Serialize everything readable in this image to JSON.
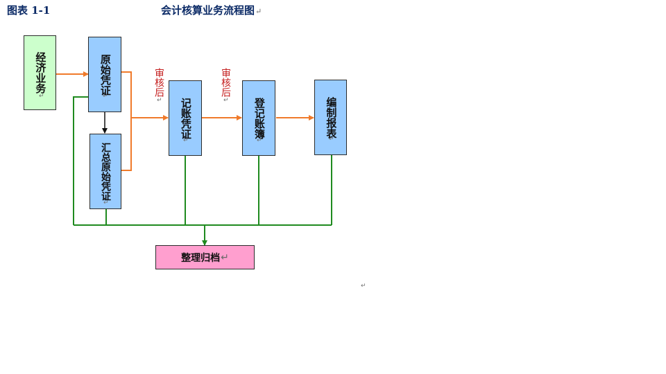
{
  "header": {
    "figure_label": "图表 1-1",
    "title": "会计核算业务流程图",
    "para_mark": "↵"
  },
  "colors": {
    "green_box": "#ccffcc",
    "blue_box": "#99ccff",
    "pink_box": "#ff9fcf",
    "orange_arrow": "#f07a2a",
    "green_line": "#1f8a1f",
    "audit_text": "#c41e1e",
    "title_text": "#0b2a66"
  },
  "nodes": {
    "economic_business": "经济业务",
    "original_voucher": "原始凭证",
    "summary_original_voucher": "汇总原始凭证",
    "bookkeeping_voucher": "记账凭证",
    "register_books": "登记账簿",
    "prepare_statements": "编制报表",
    "archive": "整理归档"
  },
  "edge_labels": {
    "audit_1": "审核后",
    "audit_2": "审核后"
  },
  "marks": {
    "return_mark": "↵",
    "stray_mark": "↵"
  }
}
